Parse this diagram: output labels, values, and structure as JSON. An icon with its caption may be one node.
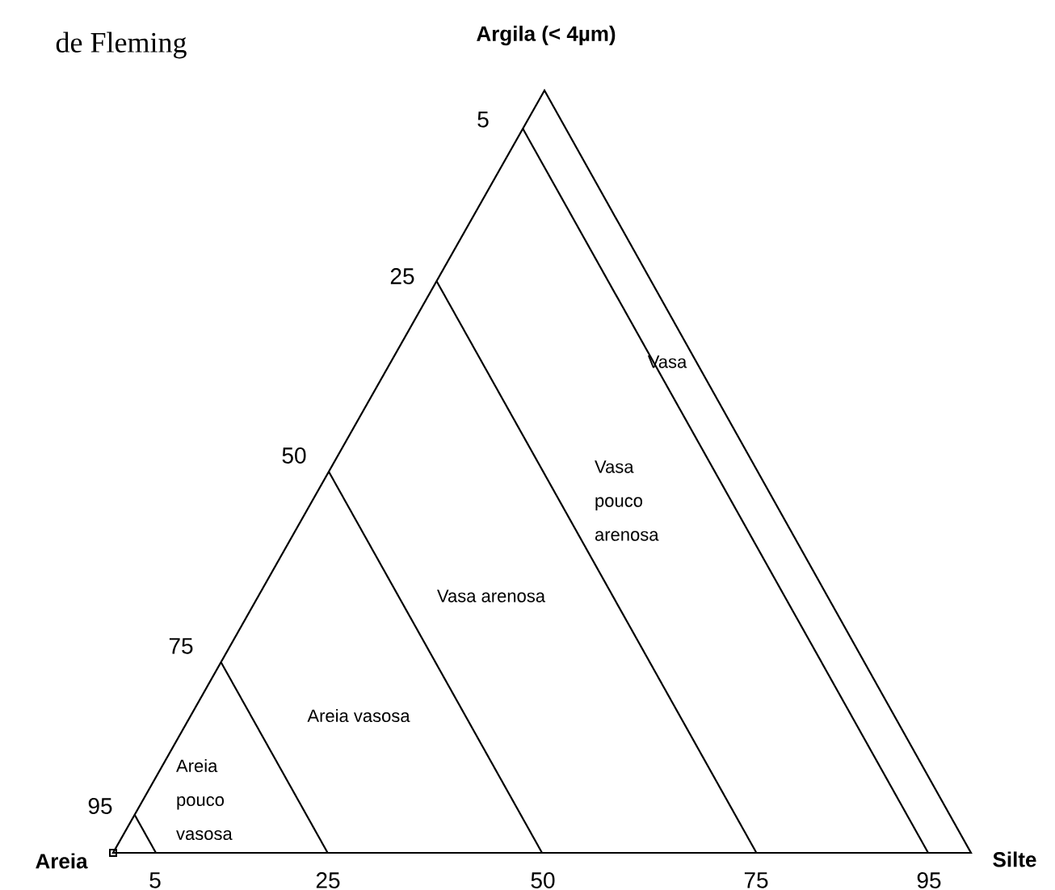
{
  "diagram": {
    "title": "de Fleming",
    "labels": [
      "Argila (< 4µm)",
      "5",
      "25",
      "Vasa",
      "50",
      "Vasa pouco arenosa",
      "Vasa arenosa",
      "75",
      "Areia vasosa",
      "Areia pouco vasosa",
      "95",
      "Areia",
      "5",
      "25",
      "50",
      "75",
      "95",
      "Silte"
    ]
  }
}
